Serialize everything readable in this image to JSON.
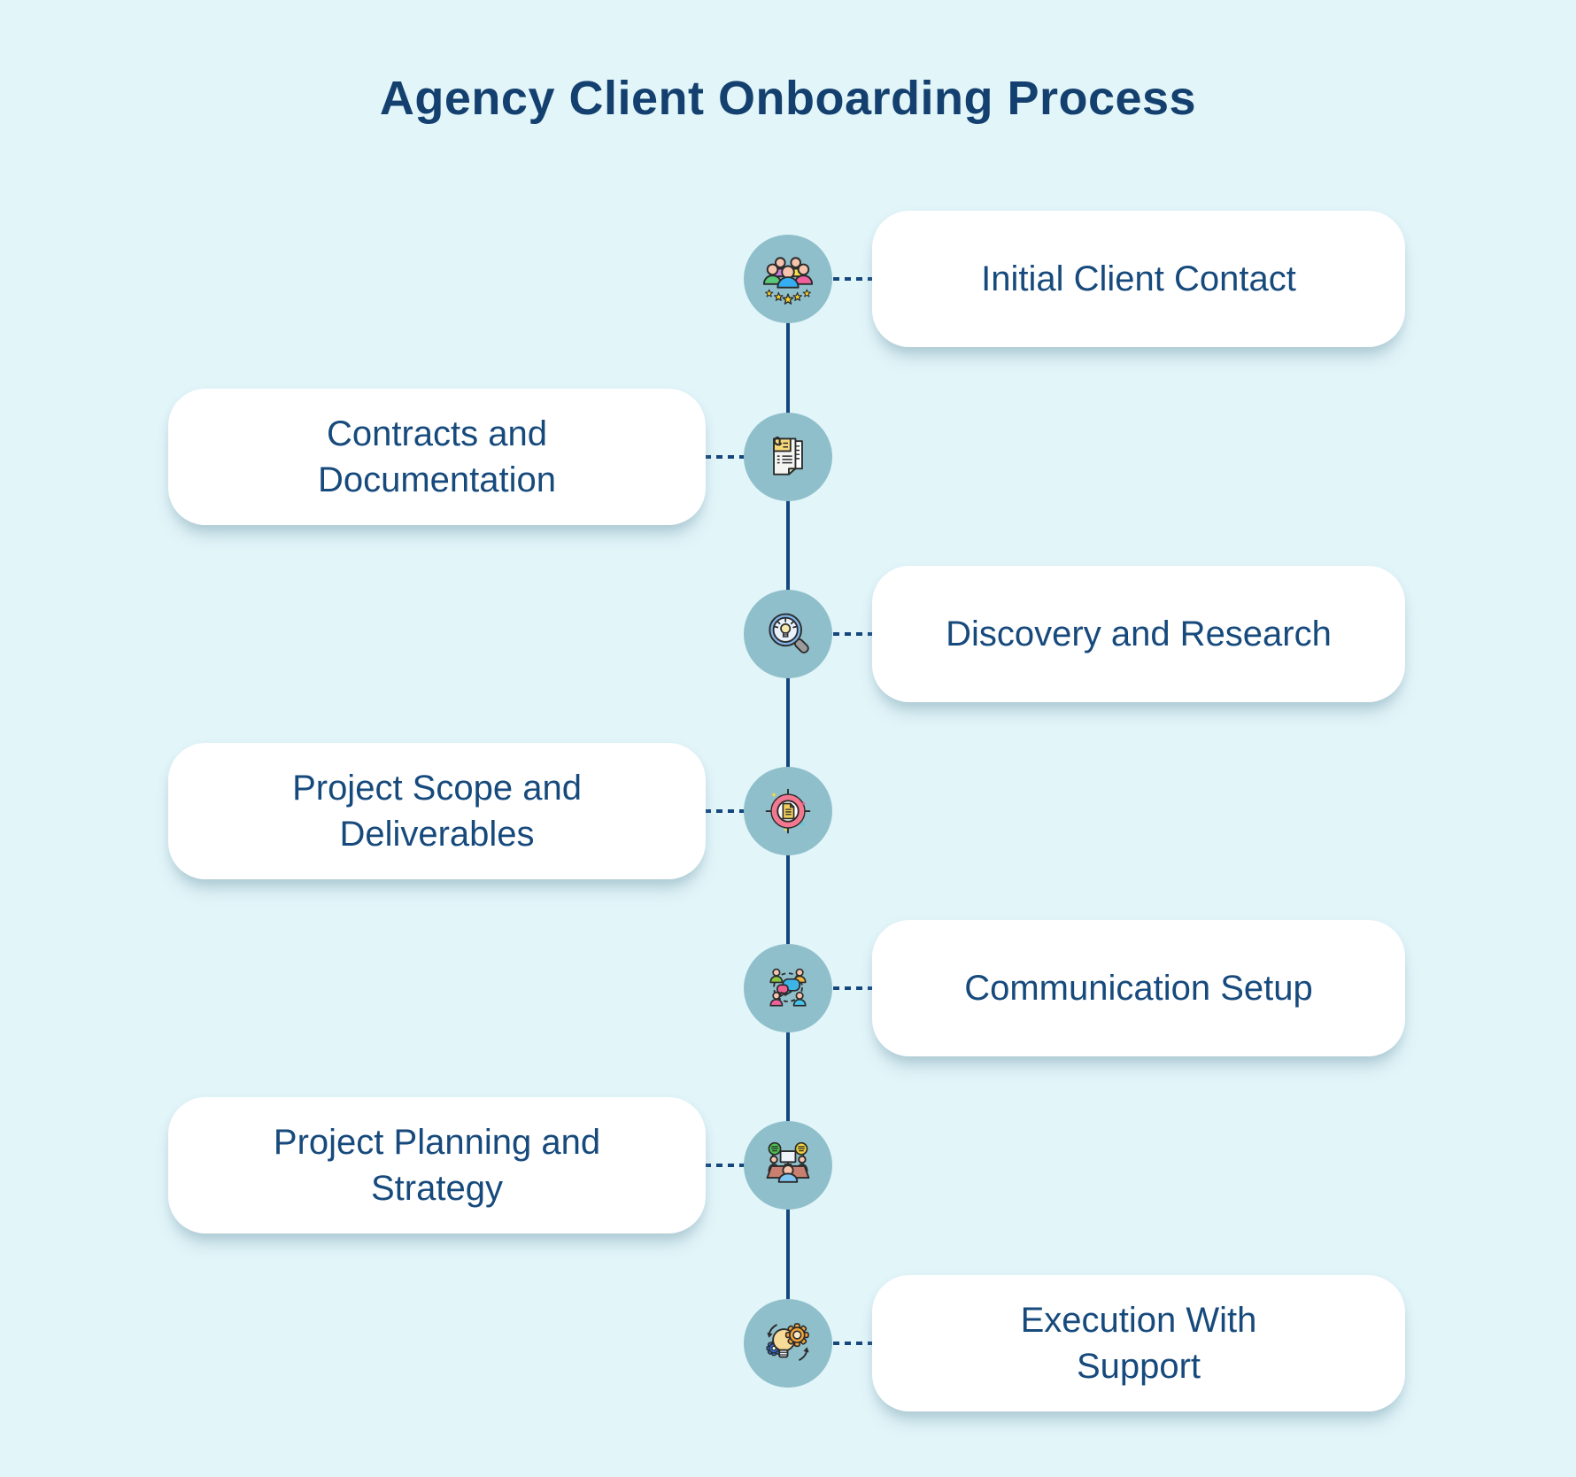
{
  "title": "Agency Client Onboarding Process",
  "colors": {
    "background": "#e2f5f9",
    "accent_navy": "#15477d",
    "node_fill": "#8fbfcb",
    "card_bg": "#ffffff",
    "card_text": "#174a7c"
  },
  "steps": [
    {
      "label": "Initial Client Contact",
      "side": "right",
      "icon": "people-group-icon"
    },
    {
      "label": "Contracts and\nDocumentation",
      "side": "left",
      "icon": "contract-document-icon"
    },
    {
      "label": "Discovery and Research",
      "side": "right",
      "icon": "discovery-magnifier-icon"
    },
    {
      "label": "Project Scope and\nDeliverables",
      "side": "left",
      "icon": "target-scope-icon"
    },
    {
      "label": "Communication Setup",
      "side": "right",
      "icon": "communication-group-icon"
    },
    {
      "label": "Project Planning and\nStrategy",
      "side": "left",
      "icon": "planning-meeting-icon"
    },
    {
      "label": "Execution With\nSupport",
      "side": "right",
      "icon": "execution-gears-icon"
    }
  ]
}
